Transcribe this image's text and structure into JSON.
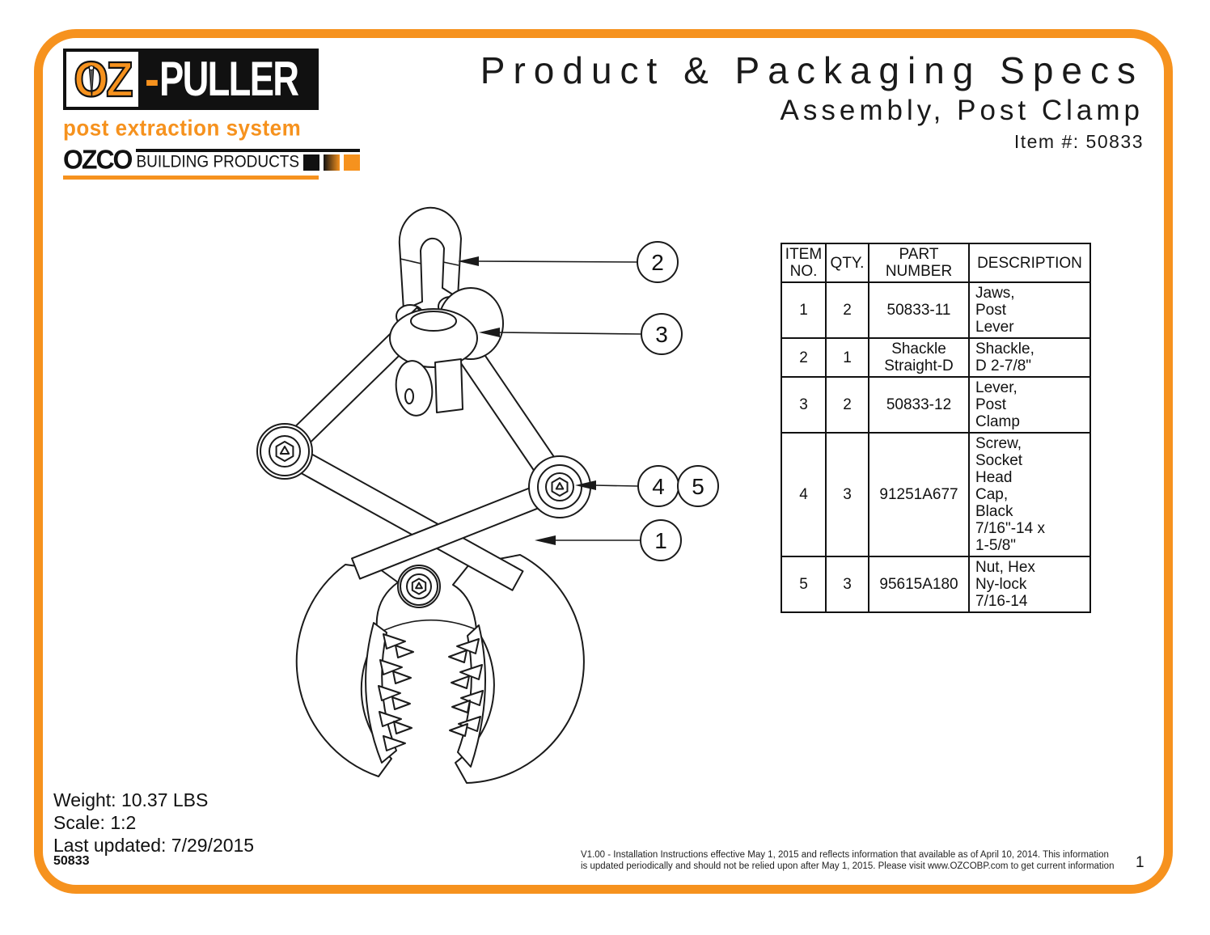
{
  "brand": {
    "oz": "OZ",
    "hyphen": "-",
    "puller": "PULLER",
    "tagline": "post extraction system",
    "ozco": "OZCO",
    "building_products": "BUILDING PRODUCTS"
  },
  "header": {
    "title": "Product & Packaging Specs",
    "subtitle": "Assembly, Post Clamp",
    "item_number_label": "Item #: 50833"
  },
  "drawing": {
    "callout_1": "1",
    "callout_2": "2",
    "callout_3": "3",
    "callout_4": "4",
    "callout_5": "5"
  },
  "parts_table": {
    "headers": {
      "item_no": "ITEM\nNO.",
      "qty": "QTY.",
      "part_number": "PART\nNUMBER",
      "description": "DESCRIPTION"
    },
    "rows": [
      {
        "item": "1",
        "qty": "2",
        "part": "50833-11",
        "desc": "Jaws,\nPost\nLever"
      },
      {
        "item": "2",
        "qty": "1",
        "part": "Shackle\nStraight-D",
        "desc": "Shackle,\nD 2-7/8\""
      },
      {
        "item": "3",
        "qty": "2",
        "part": "50833-12",
        "desc": "Lever,\nPost\nClamp"
      },
      {
        "item": "4",
        "qty": "3",
        "part": "91251A677",
        "desc": "Screw,\nSocket\nHead\nCap,\nBlack\n7/16\"-14 x\n1-5/8\""
      },
      {
        "item": "5",
        "qty": "3",
        "part": "95615A180",
        "desc": "Nut, Hex\nNy-lock\n7/16-14"
      }
    ]
  },
  "info": {
    "weight": "Weight: 10.37 LBS",
    "scale": "Scale: 1:2",
    "last_updated": "Last updated: 7/29/2015",
    "doc_number": "50833"
  },
  "footer": {
    "disclaimer": "V1.00 - Installation Instructions effective May 1, 2015 and reflects information that available as of April 10, 2014. This information is updated periodically and should not be relied upon after May 1, 2015. Please visit www.OZCOBP.com to get current information",
    "page_number": "1"
  },
  "colors": {
    "accent_orange": "#F6921E",
    "line_black": "#1A1A1A"
  }
}
